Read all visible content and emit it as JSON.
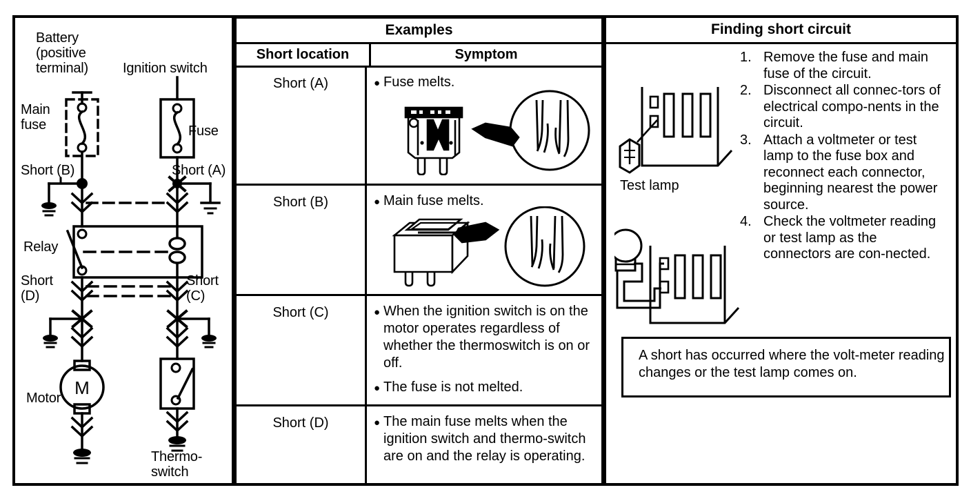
{
  "document": {
    "type": "automotive-service-manual-figure",
    "title": "Short circuit troubleshooting"
  },
  "circuit": {
    "labels": {
      "battery": "Battery\n(positive\nterminal)",
      "ignition_switch": "Ignition switch",
      "main_fuse": "Main\nfuse",
      "fuse": "Fuse",
      "short_b": "Short (B)",
      "short_a": "Short (A)",
      "relay": "Relay",
      "short_d": "Short\n(D)",
      "short_c": "Short\n(C)",
      "motor": "Motor",
      "motor_symbol": "M",
      "thermoswitch": "Thermo-\nswitch"
    }
  },
  "examples": {
    "header": "Examples",
    "columns": [
      "Short location",
      "Symptom"
    ],
    "rows": [
      {
        "location": "Short (A)",
        "symptoms": [
          "Fuse melts."
        ],
        "illustration": "blade-fuse-melted-element"
      },
      {
        "location": "Short (B)",
        "symptoms": [
          "Main fuse melts."
        ],
        "illustration": "main-fuse-melted-element"
      },
      {
        "location": "Short (C)",
        "symptoms": [
          "When the ignition switch is on the motor operates regardless of whether the thermoswitch is on or off.",
          "The fuse is not melted."
        ],
        "illustration": ""
      },
      {
        "location": "Short (D)",
        "symptoms": [
          "The main fuse melts when the ignition switch and thermo-switch are on and the relay is operating."
        ],
        "illustration": ""
      }
    ]
  },
  "finding_short_circuit": {
    "header": "Finding short circuit",
    "test_lamp_label": "Test lamp",
    "steps": [
      {
        "num": "1.",
        "text": "Remove the fuse and main fuse of the circuit."
      },
      {
        "num": "2.",
        "text": "Disconnect all connec-tors of electrical compo-nents in the circuit."
      },
      {
        "num": "3.",
        "text": "Attach a voltmeter or test lamp to the fuse box and reconnect each connector, beginning nearest the power source."
      },
      {
        "num": "4.",
        "text": "Check the voltmeter reading or test lamp as the connectors are con-nected."
      }
    ],
    "note": "A short has occurred where the volt-meter reading changes or the test lamp comes on."
  },
  "colors": {
    "ink": "#000000",
    "paper": "#ffffff"
  }
}
